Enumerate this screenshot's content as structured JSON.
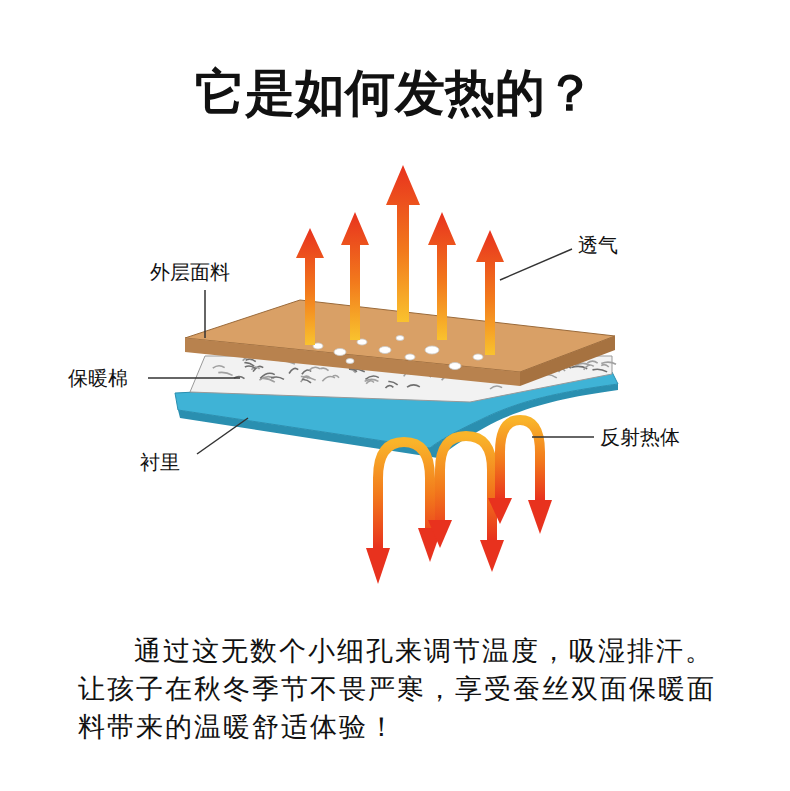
{
  "diagram": {
    "title": "它是如何发热的？",
    "caption": "通过这无数个小细孔来调节温度，吸湿排汗。 让孩子在秋冬季节不畏严寒，享受蚕丝双面保暖面 料带来的温暖舒适体验！",
    "labels": [
      "外层面料",
      "保暖棉",
      "衬里",
      "透气",
      "反射热体"
    ]
  }
}
